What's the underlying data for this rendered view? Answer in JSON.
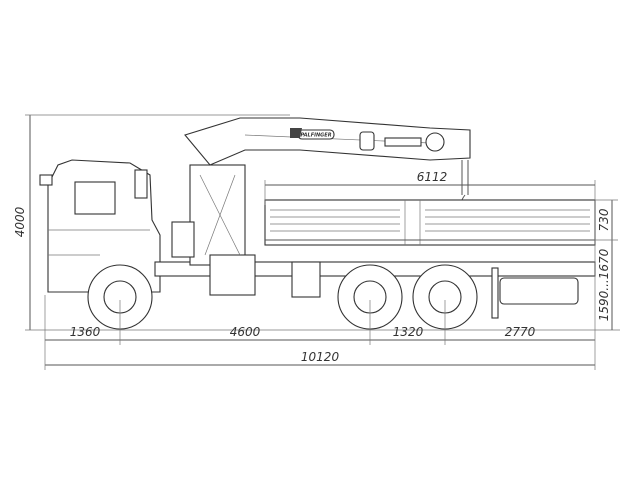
{
  "drawing": {
    "dimensions": {
      "overall_length": "10120",
      "front_overhang": "1360",
      "wheelbase_front": "4600",
      "rear_axle_spacing": "1320",
      "rear_overhang": "2770",
      "platform_length": "6112",
      "overall_height": "4000",
      "side_height": "730",
      "platform_height": "1590...1670"
    },
    "crane_logo_text": "PALFINGER"
  }
}
